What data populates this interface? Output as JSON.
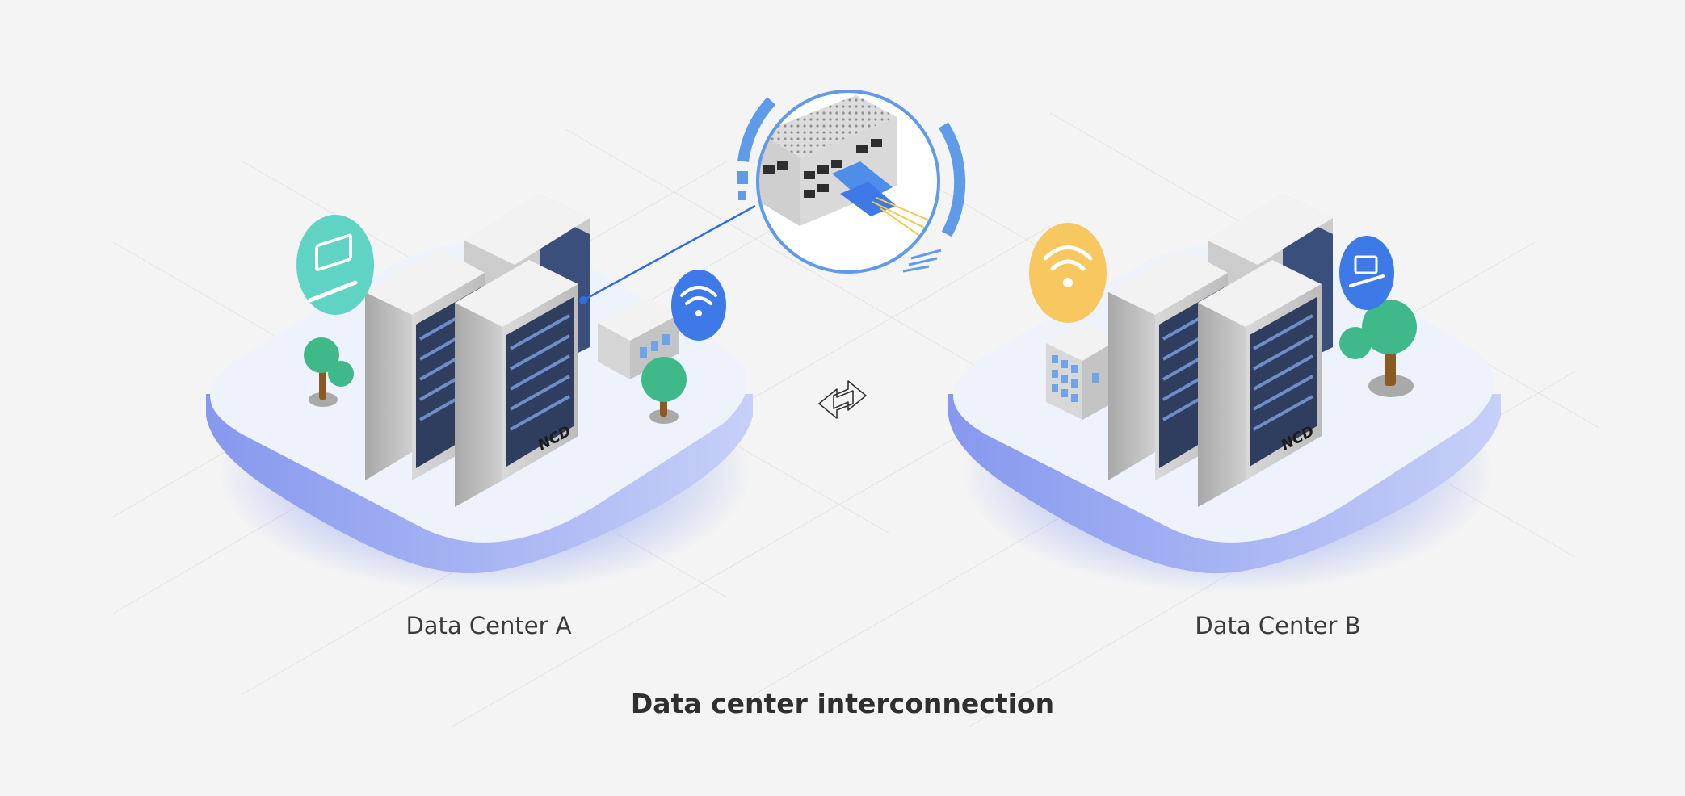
{
  "labels": {
    "center_a": "Data Center A",
    "center_b": "Data Center B",
    "caption": "Data center interconnection"
  },
  "rack_brand": "NCD",
  "icons": {
    "center_a": [
      "laptop-icon",
      "wifi-icon"
    ],
    "center_b": [
      "wifi-icon",
      "laptop-icon"
    ],
    "link": "bidirectional-arrows-icon",
    "detail": "transceiver-module-icon"
  },
  "colors": {
    "background": "#f4f4f4",
    "platform_top": "#eef3fb",
    "platform_edge": "#9fb0f2",
    "teal": "#5fd3c4",
    "blue": "#3d7ae8",
    "yellow": "#f6c85f",
    "rack_front": "#bdbdbd",
    "rack_screen": "#3a4f7c",
    "tree": "#3fb98a",
    "trunk": "#8a5a22"
  }
}
